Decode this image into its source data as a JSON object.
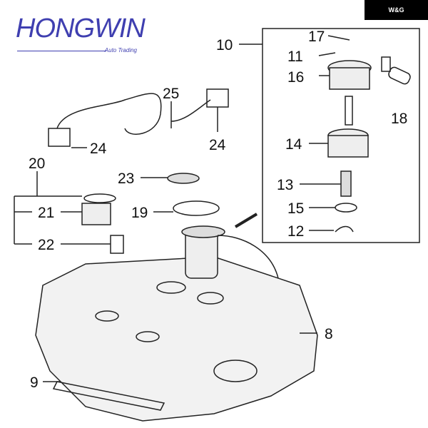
{
  "badge": {
    "text": "W&G"
  },
  "logo": {
    "name": "HONGWIN",
    "tagline": "Auto Trading"
  },
  "part_labels": {
    "p10": "10",
    "p17": "17",
    "p11": "11",
    "p16": "16",
    "p18": "18",
    "p14": "14",
    "p13": "13",
    "p15": "15",
    "p12": "12",
    "p25": "25",
    "p24a": "24",
    "p24b": "24",
    "p20": "20",
    "p23": "23",
    "p21": "21",
    "p19": "19",
    "p22": "22",
    "p8": "8",
    "p9": "9"
  }
}
